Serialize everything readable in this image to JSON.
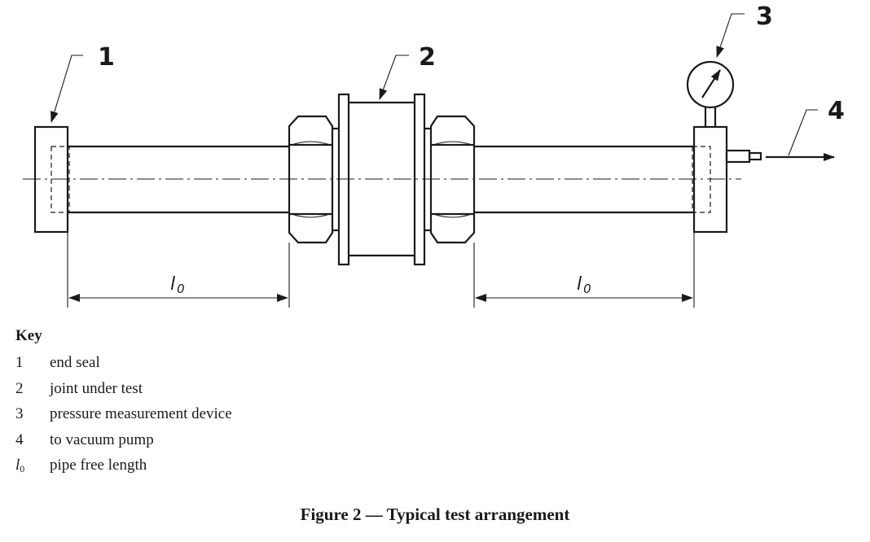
{
  "diagram": {
    "callouts": [
      "1",
      "2",
      "3",
      "4"
    ],
    "dimension": {
      "symbol": "l",
      "subscript": "0"
    }
  },
  "key": {
    "title": "Key",
    "items": [
      {
        "id": "1",
        "label": "end seal"
      },
      {
        "id": "2",
        "label": "joint under test"
      },
      {
        "id": "3",
        "label": "pressure measurement device"
      },
      {
        "id": "4",
        "label": "to vacuum pump"
      },
      {
        "id": "l",
        "sub": "0",
        "label": "pipe free length"
      }
    ]
  },
  "caption": "Figure 2 — Typical test arrangement"
}
